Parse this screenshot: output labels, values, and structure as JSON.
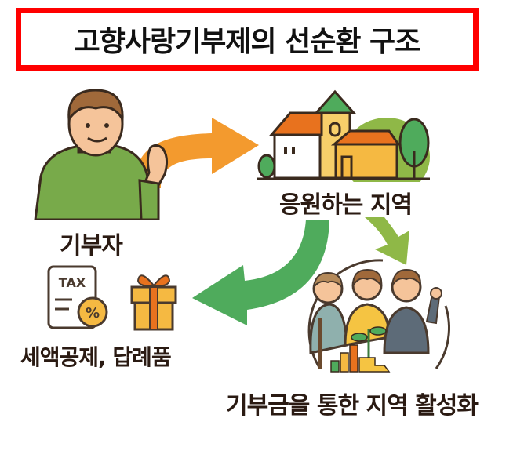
{
  "title": "고향사랑기부제의 선순환 구조",
  "nodes": {
    "donor": {
      "label": "기부자",
      "icon": "waving-person-icon"
    },
    "region": {
      "label": "응원하는 지역",
      "icon": "village-icon"
    },
    "benefits": {
      "label": "세액공제, 답례품",
      "icon": "tax-and-gift-icon",
      "tax_text": "TAX",
      "percent_text": "%"
    },
    "revitalization": {
      "label": "기부금을 통한 지역 활성화",
      "icon": "community-growth-icon"
    }
  },
  "arrows": [
    {
      "from": "donor",
      "to": "region",
      "color": "#f39a2e"
    },
    {
      "from": "region",
      "to": "benefits",
      "color": "#4fab5c"
    },
    {
      "from": "region",
      "to": "revitalization",
      "color": "#8fb847"
    }
  ],
  "colors": {
    "title_border": "#ff0000",
    "label_text": "#2a1a12"
  }
}
